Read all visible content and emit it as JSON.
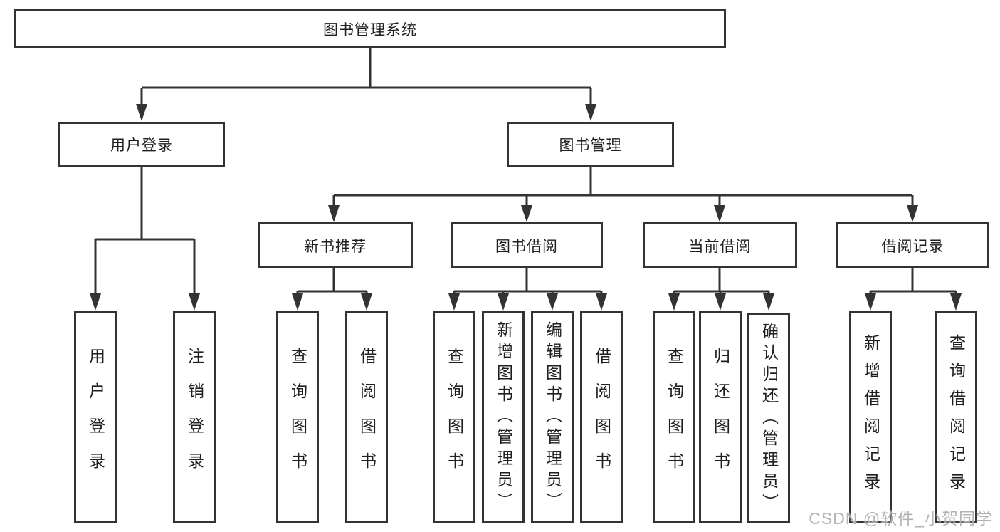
{
  "diagram": {
    "root": {
      "label": "图书管理系统"
    },
    "branches": [
      {
        "label": "用户登录",
        "children": [
          {
            "label": "用户登录"
          },
          {
            "label": "注销登录"
          }
        ]
      },
      {
        "label": "图书管理",
        "children": [
          {
            "label": "新书推荐",
            "children": [
              {
                "label": "查询图书"
              },
              {
                "label": "借阅图书"
              }
            ]
          },
          {
            "label": "图书借阅",
            "children": [
              {
                "label": "查询图书"
              },
              {
                "label": "新增图书（管理员）"
              },
              {
                "label": "编辑图书（管理员）"
              },
              {
                "label": "借阅图书"
              }
            ]
          },
          {
            "label": "当前借阅",
            "children": [
              {
                "label": "查询图书"
              },
              {
                "label": "归还图书"
              },
              {
                "label": "确认归还（管理员）"
              }
            ]
          },
          {
            "label": "借阅记录",
            "children": [
              {
                "label": "新增借阅记录"
              },
              {
                "label": "查询借阅记录"
              }
            ]
          }
        ]
      }
    ]
  },
  "watermark": {
    "text": "CSDN @软件_小贺同学"
  },
  "colors": {
    "line": "#333333",
    "box_border": "#333333",
    "text": "#1f1f1f",
    "watermark": "#a8a8a8",
    "background": "#ffffff"
  }
}
